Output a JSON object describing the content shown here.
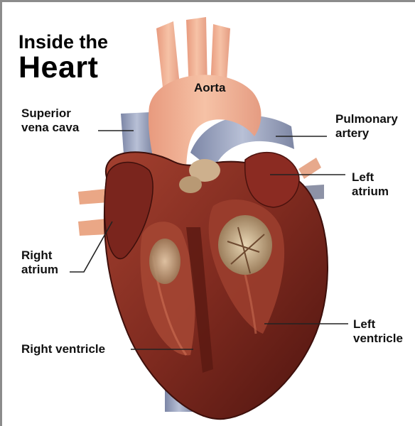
{
  "title": {
    "line1": "Inside the",
    "line2": "Heart"
  },
  "labels": {
    "aorta": "Aorta",
    "superior_vena_cava": "Superior\nvena cava",
    "pulmonary_artery": "Pulmonary\nartery",
    "left_atrium": "Left\natrium",
    "right_atrium": "Right\natrium",
    "left_ventricle": "Left\nventricle",
    "right_ventricle": "Right ventricle"
  },
  "colors": {
    "muscle_dark": "#6e1d16",
    "muscle_mid": "#8f2f24",
    "muscle_light": "#b04a3a",
    "aorta": "#f0b49a",
    "vessel_blue": "#9aa4bf",
    "valve": "#c9b08a",
    "leader_line": "#222222"
  }
}
